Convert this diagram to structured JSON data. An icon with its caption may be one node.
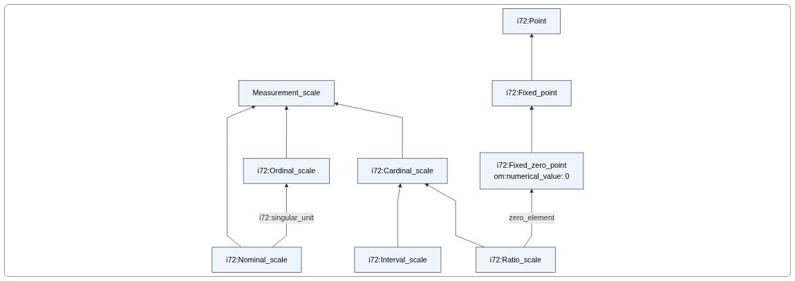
{
  "diagram": {
    "nodes": [
      {
        "text": [
          "Measurement_scale"
        ]
      },
      {
        "text": [
          "i72:Nominal_scale"
        ]
      },
      {
        "text": [
          "i72:Ordinal_scale"
        ]
      },
      {
        "text": [
          "i72:Cardinal_scale"
        ]
      },
      {
        "text": [
          "i72:Interval_scale"
        ]
      },
      {
        "text": [
          "i72:Ratio_scale"
        ]
      },
      {
        "text": [
          "i72:Point"
        ]
      },
      {
        "text": [
          "i72:Fixed_point"
        ]
      },
      {
        "text": [
          "i72:Fixed_zero_point",
          "om:numerical_value: 0"
        ]
      }
    ],
    "edges": [
      {
        "from": 1,
        "to": 0,
        "arrow": "to"
      },
      {
        "from": 2,
        "to": 0,
        "arrow": "to"
      },
      {
        "from": 3,
        "to": 0,
        "arrow": "to"
      },
      {
        "from": 1,
        "to": 2,
        "arrow": "to",
        "label": "i72:singular_unit"
      },
      {
        "from": 4,
        "to": 3,
        "arrow": "to"
      },
      {
        "from": 5,
        "to": 3,
        "arrow": "to"
      },
      {
        "from": 7,
        "to": 6,
        "arrow": "to"
      },
      {
        "from": 5,
        "to": 8,
        "arrow": "to",
        "label": "zero_element"
      },
      {
        "from": 8,
        "to": 7,
        "arrow": "to"
      }
    ]
  }
}
